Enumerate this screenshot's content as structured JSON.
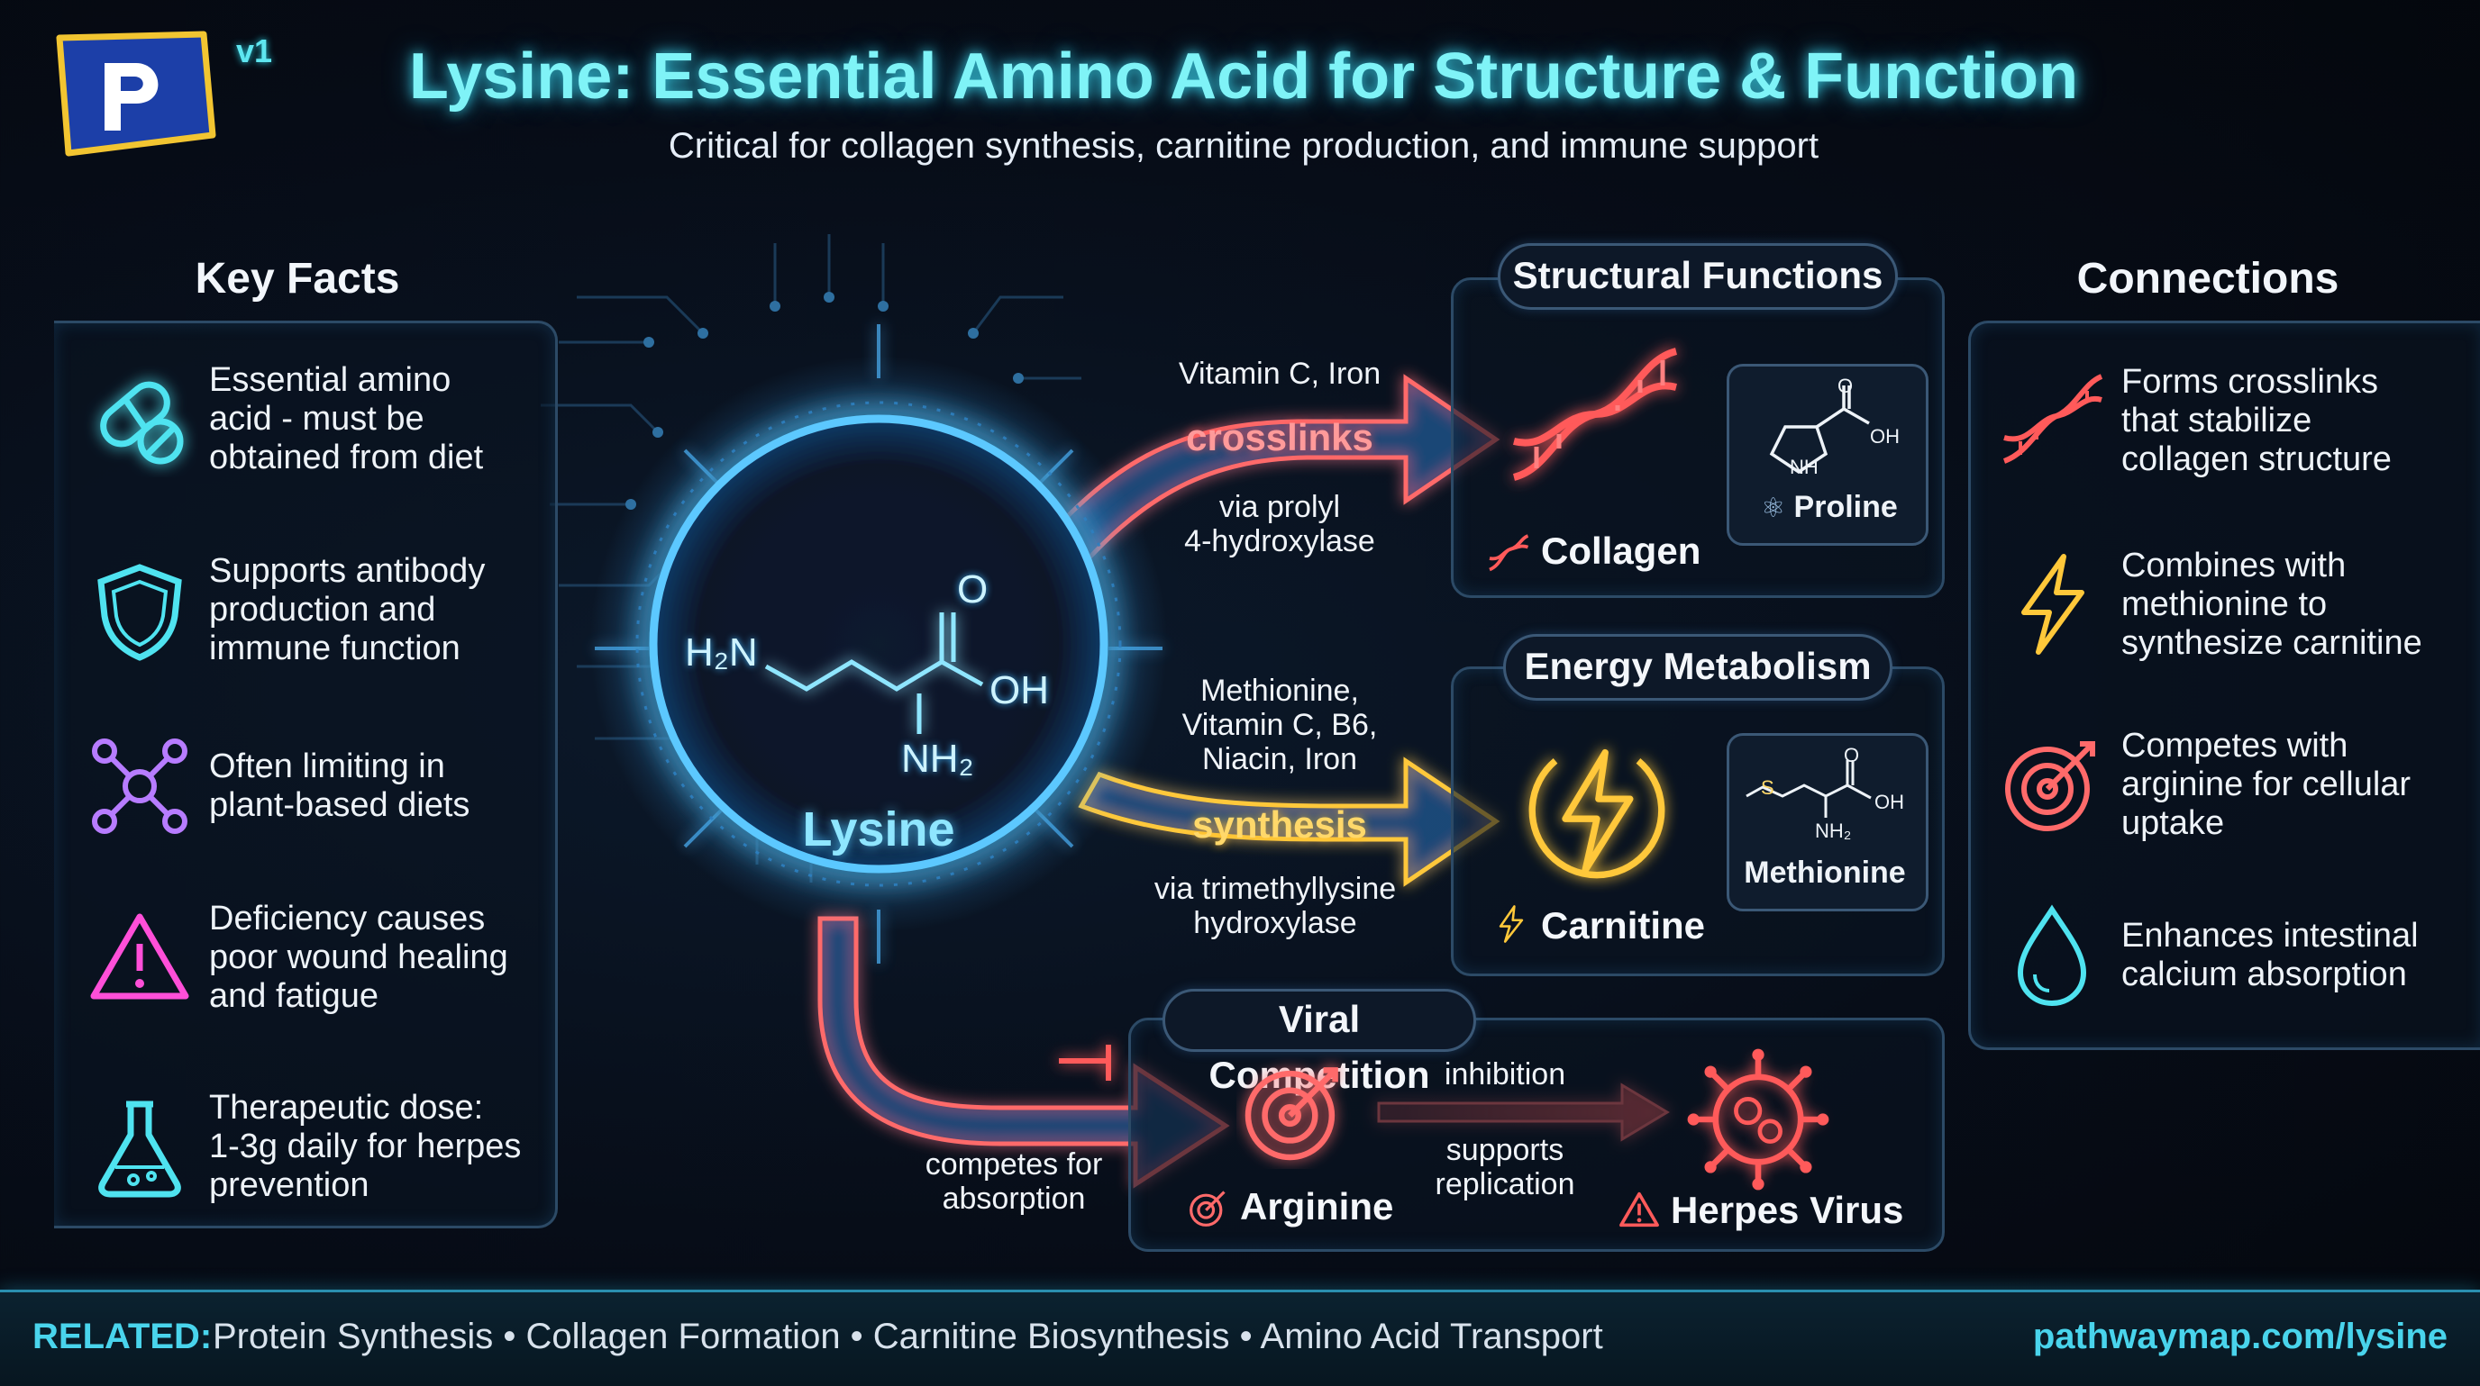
{
  "header": {
    "version": "v1",
    "title": "Lysine: Essential Amino Acid for Structure & Function",
    "subtitle": "Critical for collagen synthesis, carnitine production, and immune support"
  },
  "key_facts": {
    "title": "Key Facts",
    "items": [
      {
        "icon": "capsule-icon",
        "text_lines": [
          "Essential amino",
          "acid - must be",
          "obtained from diet"
        ]
      },
      {
        "icon": "shield-icon",
        "text_lines": [
          "Supports antibody",
          "production and",
          "immune function"
        ]
      },
      {
        "icon": "molecule-network-icon",
        "text_lines": [
          "Often limiting in",
          "plant-based diets"
        ]
      },
      {
        "icon": "warning-icon",
        "text_lines": [
          "Deficiency causes",
          "poor wound healing",
          "and fatigue"
        ]
      },
      {
        "icon": "flask-icon",
        "text_lines": [
          "Therapeutic dose:",
          "1-3g daily for herpes",
          "prevention"
        ]
      }
    ]
  },
  "center": {
    "name": "Lysine",
    "structure_labels": {
      "amine": "H₂N",
      "carbonyl_o": "O",
      "hydroxyl": "OH",
      "alpha_amine": "NH₂"
    }
  },
  "arrows": {
    "collagen": {
      "above": "Vitamin C, Iron",
      "label": "crosslinks",
      "below_lines": [
        "via prolyl",
        "4-hydroxylase"
      ]
    },
    "carnitine": {
      "above_lines": [
        "Methionine,",
        "Vitamin C, B6,",
        "Niacin, Iron"
      ],
      "label": "synthesis",
      "below_lines": [
        "via trimethyllysine",
        "hydroxylase"
      ]
    },
    "arginine": {
      "below_lines": [
        "competes for",
        "absorption"
      ]
    }
  },
  "structural": {
    "title": "Structural Functions",
    "main": "Collagen",
    "side": "Proline",
    "side_labels": {
      "o": "O",
      "oh": "OH",
      "nh": "NH"
    }
  },
  "energy": {
    "title": "Energy Metabolism",
    "main": "Carnitine",
    "side": "Methionine",
    "side_labels": {
      "s": "S",
      "o": "O",
      "oh": "OH",
      "nh2": "NH₂"
    }
  },
  "viral": {
    "title": "Viral Competition",
    "left": "Arginine",
    "right": "Herpes Virus",
    "arrow_above": "inhibition",
    "arrow_below_lines": [
      "supports",
      "replication"
    ]
  },
  "connections": {
    "title": "Connections",
    "items": [
      {
        "icon": "dna-icon",
        "text_lines": [
          "Forms crosslinks",
          "that stabilize",
          "collagen structure"
        ]
      },
      {
        "icon": "lightning-icon",
        "text_lines": [
          "Combines with",
          "methionine to",
          "synthesize carnitine"
        ]
      },
      {
        "icon": "target-icon",
        "text_lines": [
          "Competes with",
          "arginine for cellular",
          "uptake"
        ]
      },
      {
        "icon": "droplet-icon",
        "text_lines": [
          "Enhances intestinal",
          "calcium absorption"
        ]
      }
    ]
  },
  "footer": {
    "related_label": "RELATED:",
    "related_items": "Protein Synthesis • Collagen Formation • Carnitine Biosynthesis • Amino Acid Transport",
    "url": "pathwaymap.com/lysine"
  },
  "colors": {
    "cyan": "#4fe3f0",
    "red": "#ff5a5a",
    "yellow": "#ffc83a",
    "purple": "#b77cff",
    "magenta": "#ff4fd8",
    "blue_arrow": "#3c8fd0"
  }
}
